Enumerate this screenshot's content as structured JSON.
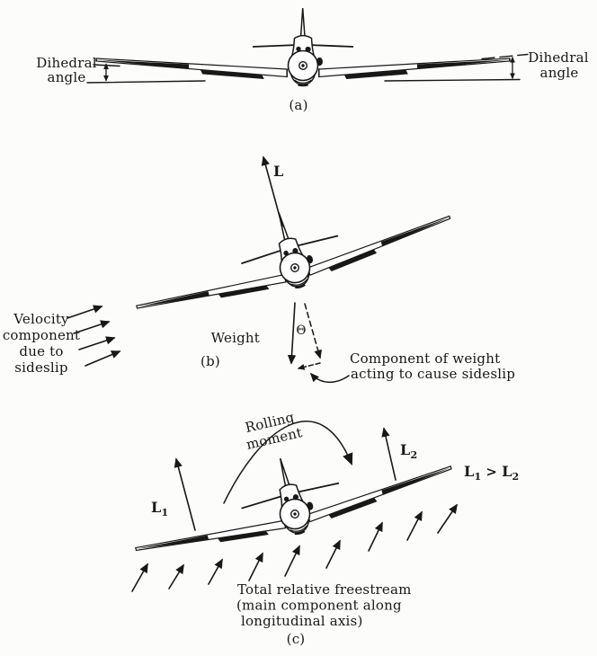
{
  "colors": {
    "ink": "#181818",
    "paper": "#fcfcfb"
  },
  "panel_a": {
    "caption": "(a)",
    "left_dihedral_label": {
      "line1": "Dihedral",
      "line2": "angle"
    },
    "right_dihedral_label": {
      "line1": "Dihedral",
      "line2": "angle"
    }
  },
  "panel_b": {
    "caption": "(b)",
    "lift_vector_label": "L",
    "weight_vector_label": "Weight",
    "bank_angle_symbol": "Θ",
    "velocity_label": {
      "line1": "Velocity",
      "line2": "component",
      "line3": "due to",
      "line4": "sideslip"
    },
    "weight_component_label": {
      "line1": "Component of weight",
      "line2": "acting to cause sideslip"
    }
  },
  "panel_c": {
    "caption": "(c)",
    "rolling_moment_label": {
      "line1": "Rolling",
      "line2": "moment"
    },
    "lift_left_label": {
      "base": "L",
      "sub": "1"
    },
    "lift_right_label": {
      "base": "L",
      "sub": "2"
    },
    "lift_inequality": {
      "lhs_base": "L",
      "lhs_sub": "1",
      "operator": ">",
      "rhs_base": "L",
      "rhs_sub": "2"
    },
    "freestream_label": {
      "line1": "Total relative freestream",
      "line2": "(main component along",
      "line3": "longitudinal axis)"
    }
  }
}
